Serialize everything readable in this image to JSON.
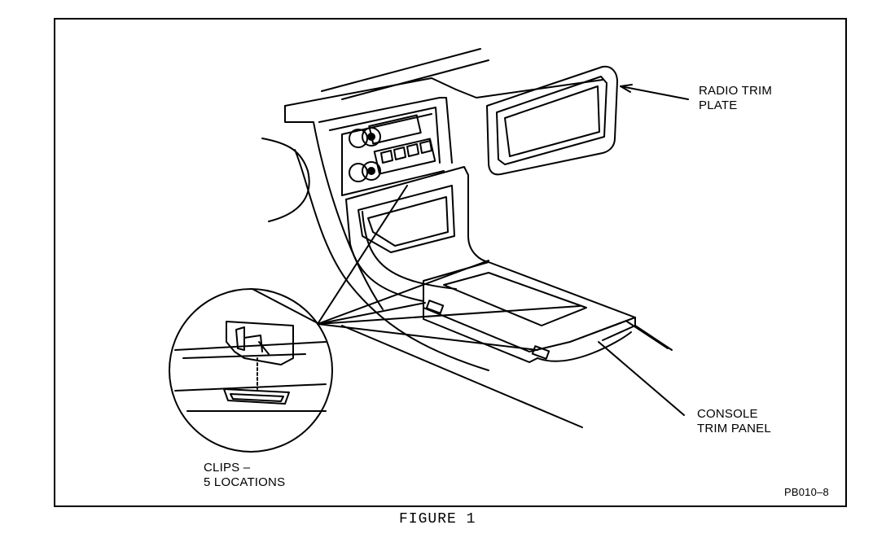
{
  "labels": {
    "radio_trim_plate": "RADIO TRIM\nPLATE",
    "console_trim_panel": "CONSOLE\nTRIM PANEL",
    "clips": "CLIPS –\n5 LOCATIONS",
    "part_code": "PB010–8"
  },
  "caption": "FIGURE 1"
}
